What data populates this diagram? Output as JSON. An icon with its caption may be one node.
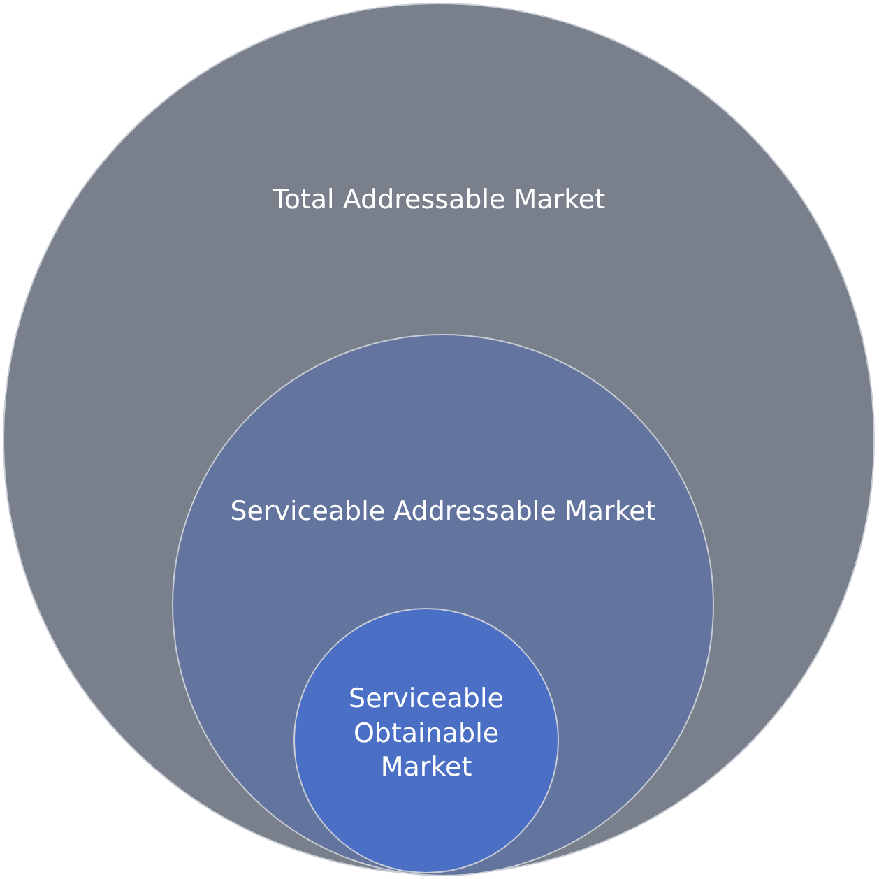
{
  "diagram": {
    "nodes": [
      {
        "text": [
          "Total Addressable Market"
        ]
      },
      {
        "text": [
          "Serviceable Addressable Market"
        ],
        "in": 0
      },
      {
        "text": [
          "Serviceable Obtainable Market"
        ],
        "in": 1
      }
    ]
  }
}
